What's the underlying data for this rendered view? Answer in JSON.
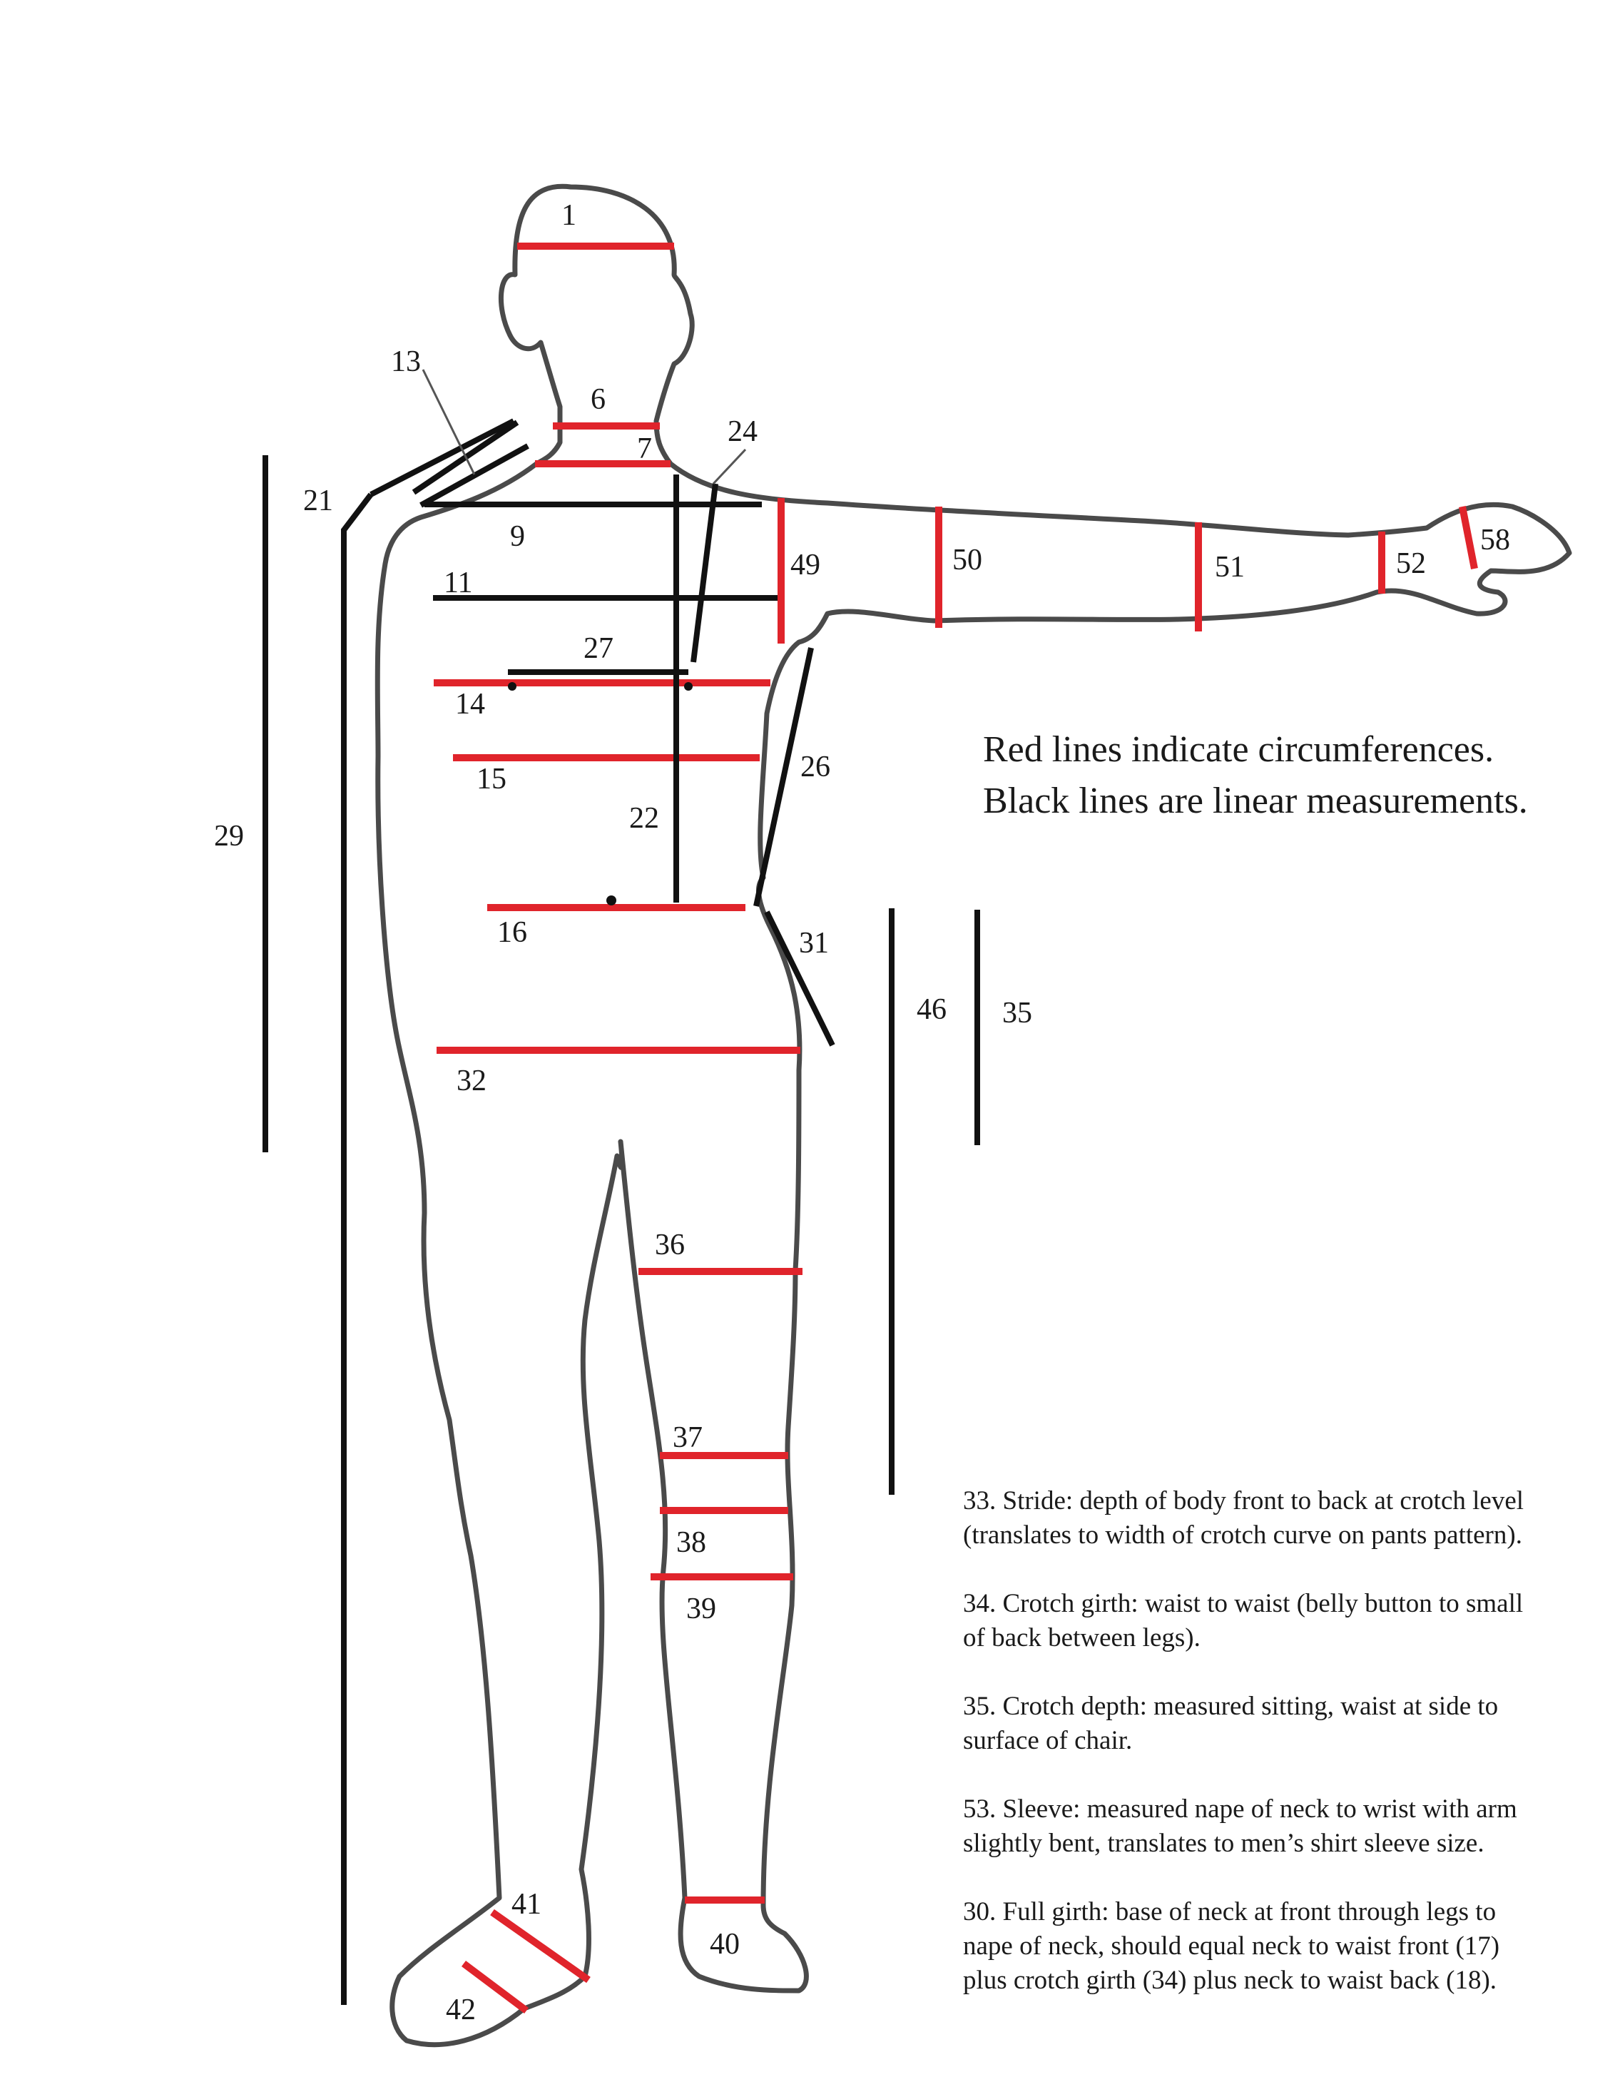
{
  "legend": {
    "red_lines": "Red lines indicate circumferences.",
    "black_lines": "Black lines are linear measurements."
  },
  "labels": {
    "head": "1",
    "neck": "6",
    "neck_base": "7",
    "shoulder": "13",
    "shoulder_slope": "21",
    "shoulder_to_bust": "24",
    "across_back": "9",
    "across_chest": "11",
    "bust_point": "27",
    "bust": "14",
    "underbust": "15",
    "front_length": "22",
    "underarm_to_waist": "26",
    "side_length": "29",
    "waist": "16",
    "waist_to_hip": "31",
    "hip": "32",
    "outseam": "46",
    "crotch_depth": "35",
    "thigh": "36",
    "above_knee": "37",
    "knee": "38",
    "below_knee": "39",
    "ankle": "40",
    "instep": "41",
    "heel": "42",
    "upper_arm": "49",
    "elbow": "50",
    "forearm": "51",
    "wrist": "52",
    "hand": "58"
  },
  "notes": [
    "33. Stride: depth of body front to back at crotch level\n (translates to width of crotch curve on pants pattern).",
    "34. Crotch girth: waist to waist (belly button to small\nof back between legs).",
    "35. Crotch depth: measured sitting, waist at side to\nsurface of chair.",
    "53. Sleeve: measured nape of neck to wrist with arm\nslightly bent, translates to men’s shirt sleeve size.",
    "30. Full girth: base of neck at front through legs to\nnape of neck, should equal neck to waist front (17)\nplus crotch girth (34) plus neck to waist back (18)."
  ],
  "colors": {
    "circumference": "#e0242b",
    "linear": "#111111",
    "outline": "#4a4a4a"
  }
}
